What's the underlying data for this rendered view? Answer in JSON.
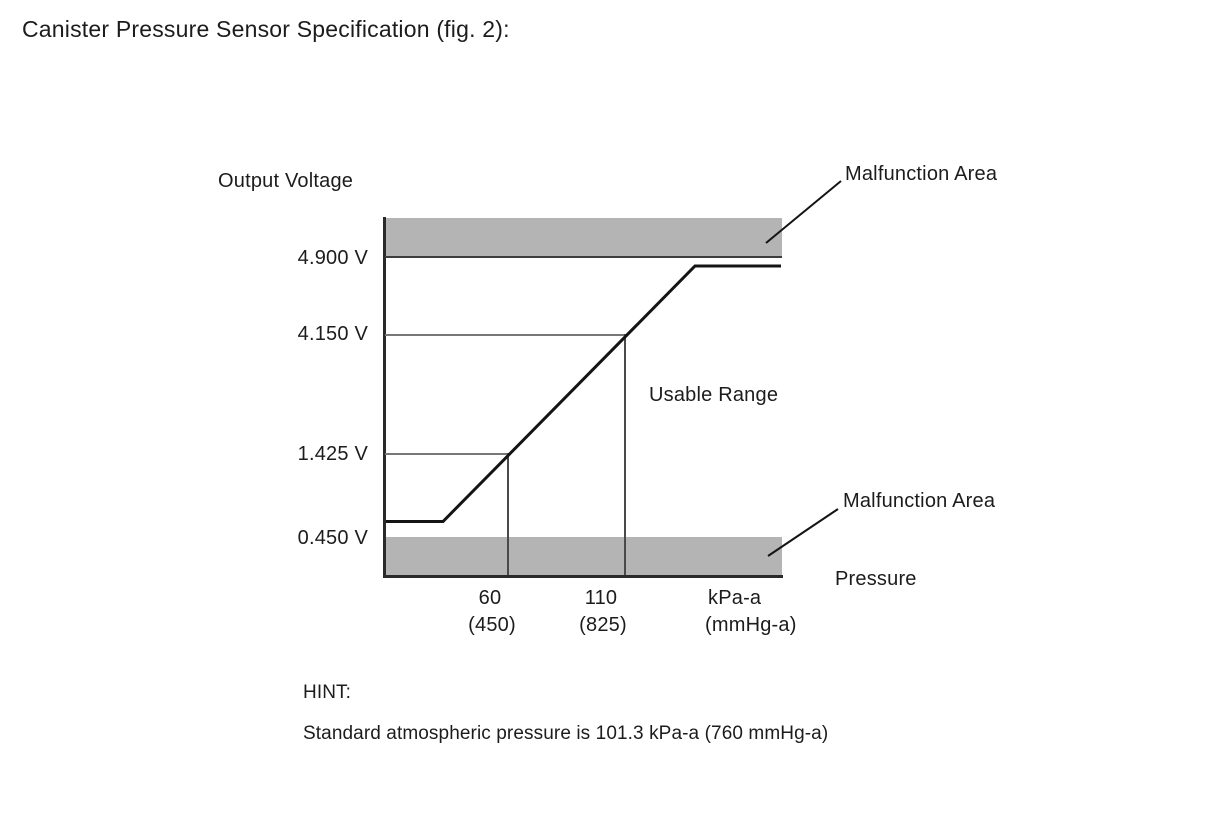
{
  "page": {
    "title": "Canister Pressure Sensor Specification (fig. 2):"
  },
  "chart": {
    "y_axis_title": "Output Voltage",
    "x_axis_title": "Pressure",
    "y_ticks": {
      "v4900": "4.900 V",
      "v4150": "4.150 V",
      "v1425": "1.425 V",
      "v0450": "0.450 V"
    },
    "x_ticks": {
      "p60": "60",
      "p60_alt": "(450)",
      "p110": "110",
      "p110_alt": "(825)",
      "unit": "kPa-a",
      "unit_alt": "(mmHg-a)"
    },
    "labels": {
      "malfunction_top": "Malfunction Area",
      "malfunction_bottom": "Malfunction Area",
      "usable_range": "Usable Range"
    }
  },
  "hint": {
    "heading": "HINT:",
    "body": "Standard atmospheric pressure is 101.3 kPa-a (760 mmHg-a)"
  },
  "colors": {
    "malfunction_band": "#b4b4b4",
    "curve": "#141414",
    "axis": "#2a2a2a",
    "gridline": "#787878"
  },
  "chart_data": {
    "type": "line",
    "title": "Canister Pressure Sensor Specification (fig. 2)",
    "xlabel": "Pressure (kPa-a / mmHg-a)",
    "ylabel": "Output Voltage (V)",
    "x_ticks": [
      {
        "kpa": 60,
        "mmhg": 450
      },
      {
        "kpa": 110,
        "mmhg": 825
      }
    ],
    "y_ticks_volts": [
      0.45,
      1.425,
      4.15,
      4.9
    ],
    "reference_points": [
      {
        "pressure_kpa": 60,
        "pressure_mmhg": 450,
        "output_v": 1.425
      },
      {
        "pressure_kpa": 110,
        "pressure_mmhg": 825,
        "output_v": 4.15
      }
    ],
    "output_clamp_low_v": 0.45,
    "output_clamp_high_v": 4.9,
    "regions": {
      "malfunction_above_v": 4.9,
      "malfunction_below_v": 0.45,
      "usable_range": "output between 0.450 V and 4.900 V"
    },
    "curve_shape": "flat slightly above 0.450 V at low pressure, 45-degree linear rise passing through (60 kPa-a, 1.425 V) and (110 kPa-a, 4.150 V), then flat plateau slightly below 4.900 V at high pressure",
    "legend_position": "none",
    "grid": "partial reference lines only",
    "note": "Standard atmospheric pressure is 101.3 kPa-a (760 mmHg-a)"
  }
}
